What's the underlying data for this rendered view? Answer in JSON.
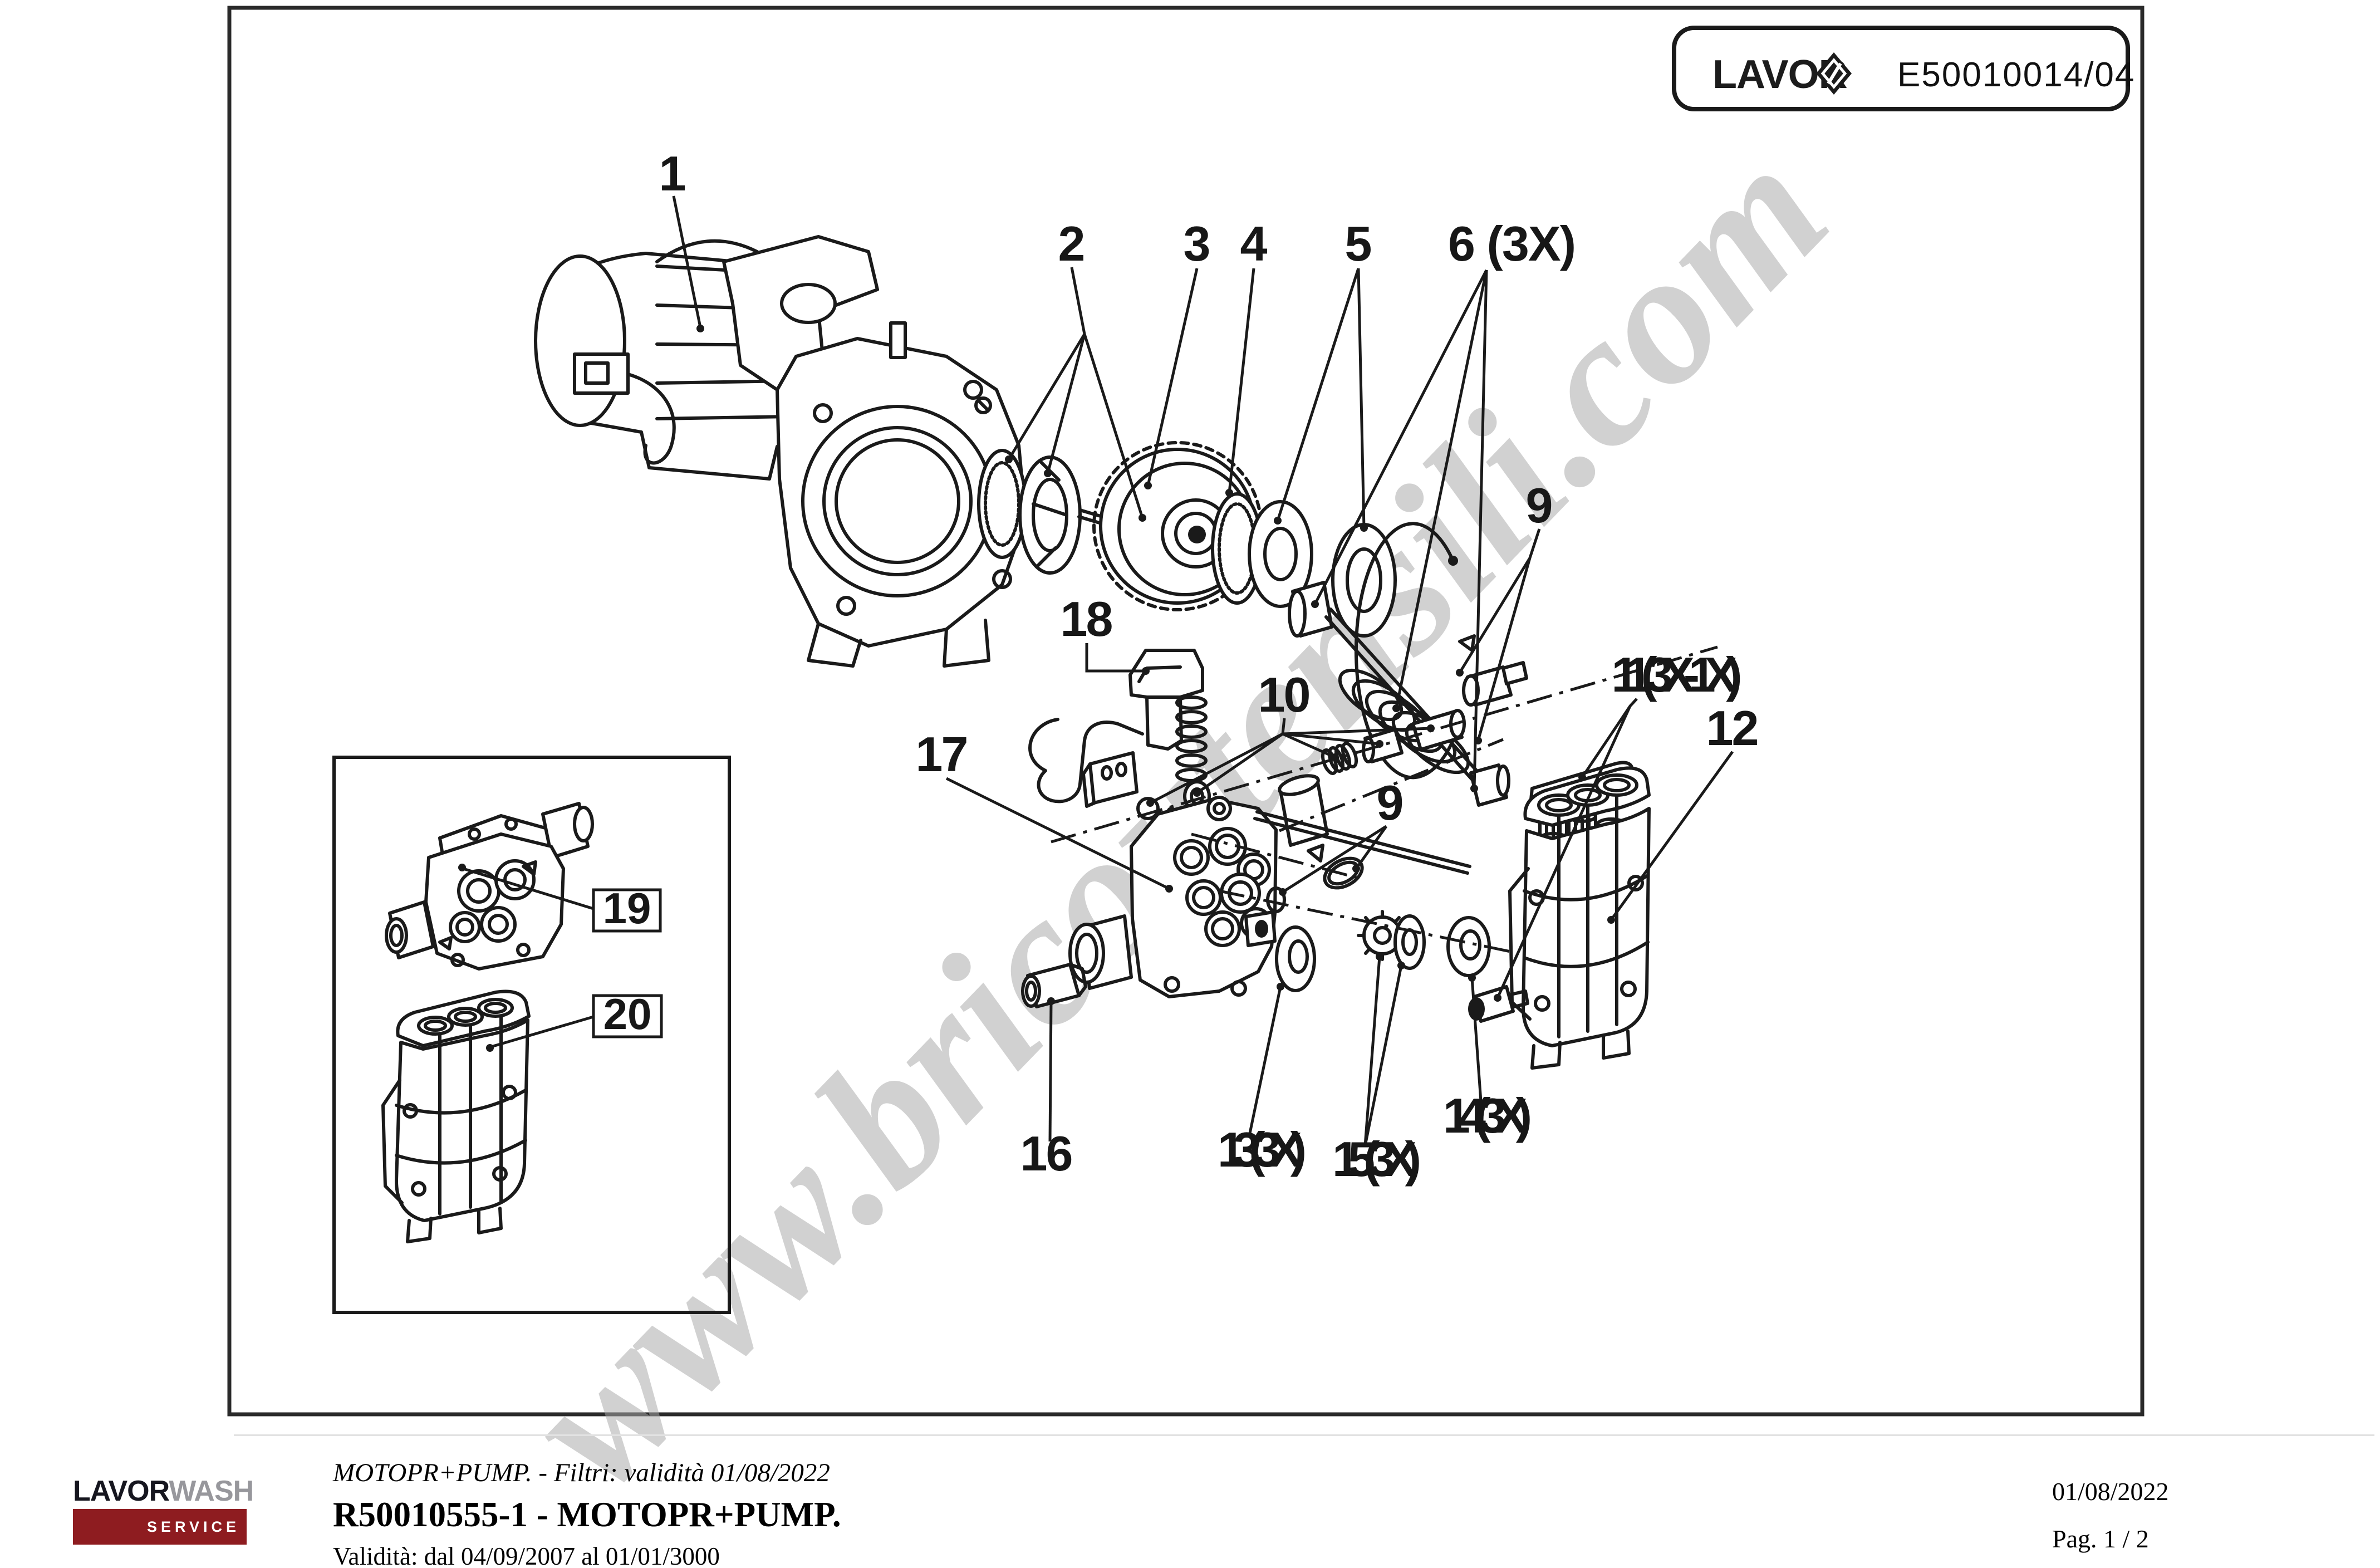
{
  "header": {
    "brand": "LAVOR",
    "code": "E50010014/04"
  },
  "watermark": "www.bricoutensili.com",
  "callouts": [
    {
      "id": "1",
      "label": "1"
    },
    {
      "id": "2",
      "label": "2"
    },
    {
      "id": "3",
      "label": "3"
    },
    {
      "id": "4",
      "label": "4"
    },
    {
      "id": "5",
      "label": "5"
    },
    {
      "id": "6",
      "label": "6 (3X)"
    },
    {
      "id": "9-top",
      "label": "9"
    },
    {
      "id": "18",
      "label": "18"
    },
    {
      "id": "10",
      "label": "10"
    },
    {
      "id": "17",
      "label": "17"
    },
    {
      "id": "9-mid",
      "label": "9"
    },
    {
      "id": "11",
      "label": "11(3X-1X)"
    },
    {
      "id": "12",
      "label": "12"
    },
    {
      "id": "16",
      "label": "16"
    },
    {
      "id": "13",
      "label": "13(3X)"
    },
    {
      "id": "15",
      "label": "15(3X)"
    },
    {
      "id": "14",
      "label": "14(3X)"
    }
  ],
  "inset": {
    "labels": [
      "19",
      "20"
    ]
  },
  "footer": {
    "logo_lavor": "LAVOR",
    "logo_wash": "WASH",
    "logo_service": "SERVICE",
    "line1": "MOTOPR+PUMP. - Filtri: validità 01/08/2022",
    "line2": "R50010555-1 - MOTOPR+PUMP.",
    "line3": "Validità: dal 04/09/2007 al 01/01/3000",
    "date": "01/08/2022",
    "page": "Pag. 1 / 2"
  }
}
